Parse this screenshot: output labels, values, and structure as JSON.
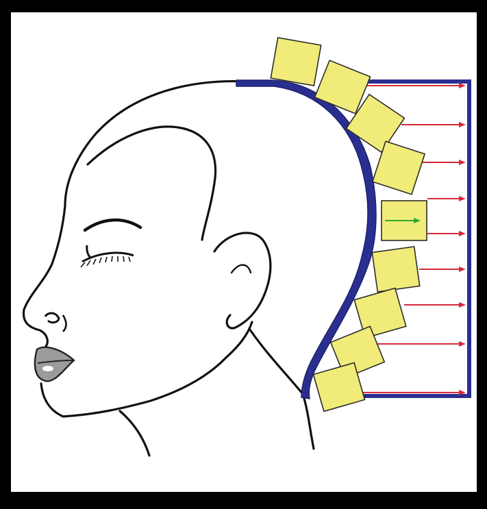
{
  "colors": {
    "frame": "#000000",
    "background": "#ffffff",
    "line": "#111111",
    "spine_band": "#2a2f8f",
    "vertebra_fill": "#f1ec7a",
    "vertebra_stroke": "#2b2b2b",
    "arrow": "#d62a3a",
    "highlight_arrow": "#2fa82f",
    "lips": "#9b9b9b",
    "lip_highlight": "#ffffff"
  },
  "diagram": {
    "subject": "head-profile-with-cervical-spine",
    "vertebra_count": 9,
    "arrow_count": 9,
    "highlight_arrow_index": 4,
    "icons": [
      "eye-icon",
      "nose-icon",
      "lips-icon",
      "ear-icon"
    ]
  }
}
